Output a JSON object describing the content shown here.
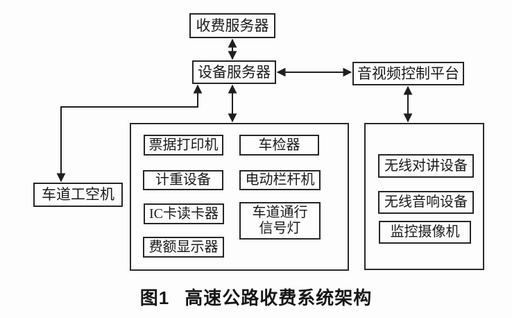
{
  "page": {
    "background": "#fdfdfd",
    "line_color": "#1f1f1f"
  },
  "caption": {
    "number": "图1",
    "title": "高速公路收费系统架构"
  },
  "nodes": {
    "toll_server": {
      "label": "收费服务器"
    },
    "device_server": {
      "label": "设备服务器"
    },
    "av_platform": {
      "label": "音视频控制平台"
    },
    "lane_computer": {
      "label": "车道工空机"
    }
  },
  "lane_group": {
    "items": [
      {
        "id": "ticket_printer",
        "label": "票据打印机"
      },
      {
        "id": "vehicle_detector",
        "label": "车检器"
      },
      {
        "id": "weighing_equipment",
        "label": "计重设备"
      },
      {
        "id": "electric_barrier",
        "label": "电动栏杆机"
      },
      {
        "id": "ic_card_reader",
        "label": "IC卡读卡器"
      },
      {
        "id": "lane_signal_light",
        "label": "车道通行\n信号灯"
      },
      {
        "id": "fee_display",
        "label": "费额显示器"
      }
    ]
  },
  "av_group": {
    "items": [
      {
        "id": "wireless_intercom",
        "label": "无线对讲设备"
      },
      {
        "id": "wireless_audio",
        "label": "无线音响设备"
      },
      {
        "id": "monitor_camera",
        "label": "监控摄像机"
      }
    ]
  },
  "connections": [
    {
      "from": "收费服务器",
      "to": "设备服务器",
      "type": "double-arrow"
    },
    {
      "from": "设备服务器",
      "to": "音视频控制平台",
      "type": "double-arrow"
    },
    {
      "from": "设备服务器",
      "to": "车道设备组",
      "type": "double-arrow"
    },
    {
      "from": "音视频控制平台",
      "to": "音视频设备组",
      "type": "double-arrow"
    },
    {
      "from": "设备服务器",
      "to": "车道工空机",
      "type": "double-arrow-elbow"
    }
  ]
}
